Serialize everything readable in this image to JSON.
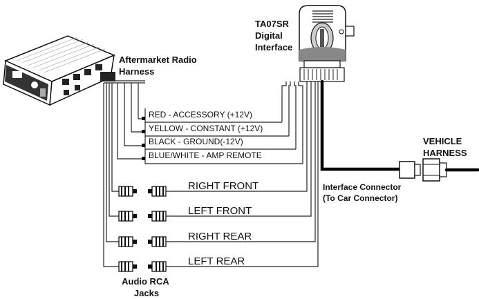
{
  "labels": {
    "radio_harness": [
      "Aftermarket Radio",
      "Harness"
    ],
    "interface": [
      "TA07SR",
      "Digital",
      "Interface"
    ],
    "vehicle_harness": [
      "VEHICLE",
      "HARNESS"
    ],
    "interface_connector": [
      "Interface Connector",
      "(To Car Connector)"
    ],
    "rca_jacks": [
      "Audio RCA",
      "Jacks"
    ]
  },
  "power_wires": [
    "RED - ACCESSORY (+12V)",
    "YELLOW - CONSTANT (+12V)",
    "BLACK - GROUND(-12V)",
    "BLUE/WHITE - AMP REMOTE"
  ],
  "audio_channels": [
    "RIGHT FRONT",
    "LEFT FRONT",
    "RIGHT REAR",
    "LEFT REAR"
  ]
}
